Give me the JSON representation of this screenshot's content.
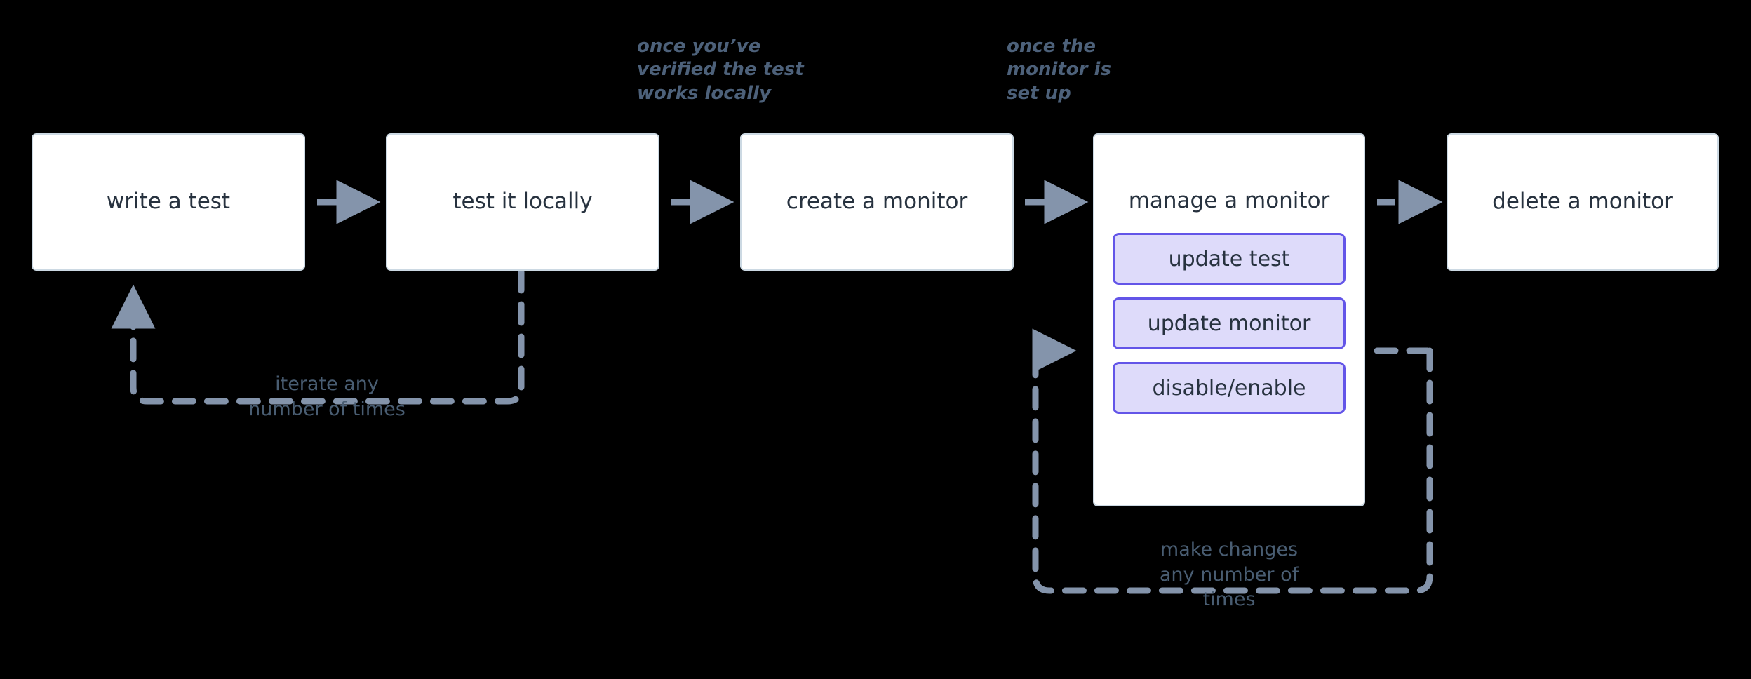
{
  "diagram": {
    "title": "monitor lifecycle flow",
    "background_color": "#000000",
    "colors": {
      "node_fill": "#ffffff",
      "node_border": "#ccd9e3",
      "node_text": "#27323f",
      "sub_node_fill": "#dedbfa",
      "sub_node_border": "#6355e8",
      "arrow": "#8494ab",
      "annotation_text": "#4d617a",
      "loop_label_text": "#495d72"
    },
    "nodes": [
      {
        "id": "write-a-test",
        "label": "write a test"
      },
      {
        "id": "test-it-locally",
        "label": "test it locally"
      },
      {
        "id": "create-a-monitor",
        "label": "create a monitor"
      },
      {
        "id": "manage-a-monitor",
        "label": "manage a monitor"
      },
      {
        "id": "delete-a-monitor",
        "label": "delete a monitor"
      }
    ],
    "manage_subnodes": [
      {
        "id": "update-test",
        "label": "update test"
      },
      {
        "id": "update-monitor",
        "label": "update monitor"
      },
      {
        "id": "disable-enable",
        "label": "disable/enable"
      }
    ],
    "annotations": [
      {
        "id": "verified-locally",
        "text": "once you’ve\nverified the test\nworks locally"
      },
      {
        "id": "monitor-set-up",
        "text": "once the\nmonitor is\nset up"
      }
    ],
    "loop_labels": [
      {
        "id": "iterate-loop",
        "text": "iterate any\nnumber of times"
      },
      {
        "id": "changes-loop",
        "text": "make changes\nany number of\ntimes"
      }
    ],
    "edges": [
      {
        "from": "write-a-test",
        "to": "test-it-locally",
        "style": "solid"
      },
      {
        "from": "test-it-locally",
        "to": "create-a-monitor",
        "style": "solid"
      },
      {
        "from": "create-a-monitor",
        "to": "manage-a-monitor",
        "style": "solid"
      },
      {
        "from": "manage-a-monitor",
        "to": "delete-a-monitor",
        "style": "dashed"
      },
      {
        "from": "test-it-locally",
        "to": "write-a-test",
        "style": "dashed"
      },
      {
        "from": "manage-a-monitor",
        "to": "manage-a-monitor",
        "style": "dashed"
      }
    ]
  }
}
